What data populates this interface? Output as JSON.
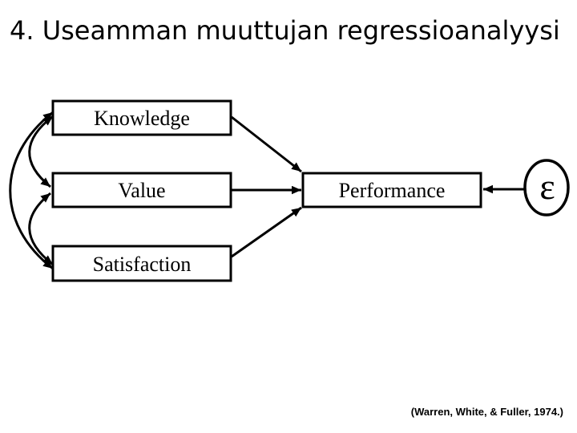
{
  "slide": {
    "title": "4. Useamman muuttujan regressioanalyysi",
    "citation": "(Warren, White, & Fuller, 1974.)",
    "background_color": "#ffffff",
    "text_color": "#000000"
  },
  "diagram": {
    "type": "regression-path-model",
    "stroke_color": "#000000",
    "boxes": {
      "knowledge": "Knowledge",
      "value": "Value",
      "satisfaction": "Satisfaction",
      "performance": "Performance"
    },
    "error_term": "ε",
    "arrows": [
      {
        "from": "knowledge",
        "to": "performance",
        "style": "directed"
      },
      {
        "from": "value",
        "to": "performance",
        "style": "directed"
      },
      {
        "from": "satisfaction",
        "to": "performance",
        "style": "directed"
      },
      {
        "from": "error_term",
        "to": "performance",
        "style": "directed"
      },
      {
        "from": "knowledge",
        "to": "value",
        "style": "bidirectional-arc"
      },
      {
        "from": "value",
        "to": "satisfaction",
        "style": "bidirectional-arc"
      },
      {
        "from": "knowledge",
        "to": "satisfaction",
        "style": "bidirectional-arc"
      }
    ]
  }
}
